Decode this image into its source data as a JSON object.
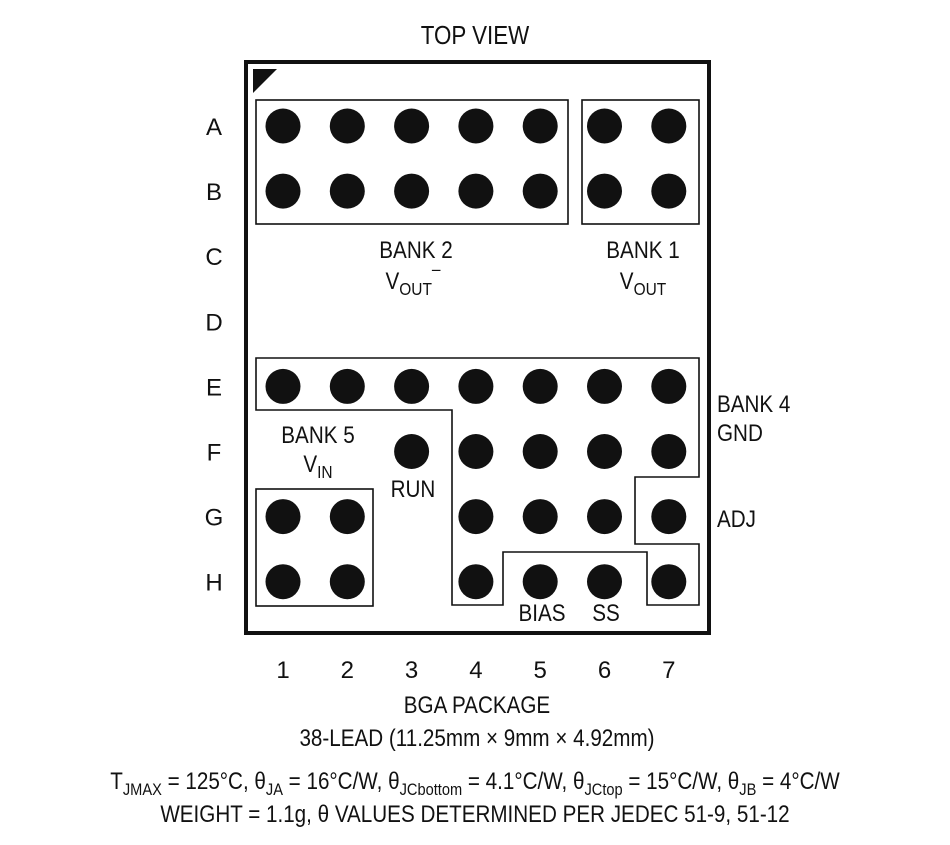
{
  "title": "TOP VIEW",
  "rows": [
    "A",
    "B",
    "C",
    "D",
    "E",
    "F",
    "G",
    "H"
  ],
  "columns": [
    "1",
    "2",
    "3",
    "4",
    "5",
    "6",
    "7"
  ],
  "balls": [
    [
      "A",
      1
    ],
    [
      "A",
      2
    ],
    [
      "A",
      3
    ],
    [
      "A",
      4
    ],
    [
      "A",
      5
    ],
    [
      "A",
      6
    ],
    [
      "A",
      7
    ],
    [
      "B",
      1
    ],
    [
      "B",
      2
    ],
    [
      "B",
      3
    ],
    [
      "B",
      4
    ],
    [
      "B",
      5
    ],
    [
      "B",
      6
    ],
    [
      "B",
      7
    ],
    [
      "E",
      1
    ],
    [
      "E",
      2
    ],
    [
      "E",
      3
    ],
    [
      "E",
      4
    ],
    [
      "E",
      5
    ],
    [
      "E",
      6
    ],
    [
      "E",
      7
    ],
    [
      "F",
      3
    ],
    [
      "F",
      4
    ],
    [
      "F",
      5
    ],
    [
      "F",
      6
    ],
    [
      "F",
      7
    ],
    [
      "G",
      1
    ],
    [
      "G",
      2
    ],
    [
      "G",
      4
    ],
    [
      "G",
      5
    ],
    [
      "G",
      6
    ],
    [
      "G",
      7
    ],
    [
      "H",
      1
    ],
    [
      "H",
      2
    ],
    [
      "H",
      4
    ],
    [
      "H",
      5
    ],
    [
      "H",
      6
    ],
    [
      "H",
      7
    ]
  ],
  "banks": {
    "bank2": {
      "name": "BANK 2",
      "signal": "V",
      "sub": "OUT",
      "sup": "–"
    },
    "bank1": {
      "name": "BANK 1",
      "signal": "V",
      "sub": "OUT"
    },
    "bank5": {
      "name": "BANK 5",
      "signal": "V",
      "sub": "IN"
    },
    "bank4": {
      "name": "BANK 4",
      "signal": "GND"
    }
  },
  "pin_labels": {
    "run": "RUN",
    "adj": "ADJ",
    "bias": "BIAS",
    "ss": "SS"
  },
  "package": {
    "name": "BGA PACKAGE",
    "leads": "38-LEAD (11.25mm × 9mm × 4.92mm)"
  },
  "thermal": {
    "t_sym": "T",
    "t_sub": "JMAX",
    "t_val": " = 125°C, ",
    "ja_sym": "θ",
    "ja_sub": "JA",
    "ja_val": " = 16°C/W, ",
    "jcb_sym": "θ",
    "jcb_sub": "JCbottom",
    "jcb_val": " = 4.1°C/W, ",
    "jct_sym": "θ",
    "jct_sub": "JCtop",
    "jct_val": " = 15°C/W, ",
    "jb_sym": "θ",
    "jb_sub": "JB",
    "jb_val": " = 4°C/W"
  },
  "weight": "WEIGHT = 1.1g, θ VALUES DETERMINED PER JEDEC 51-9, 51-12",
  "colors": {
    "ink": "#111111",
    "background": "#ffffff"
  }
}
